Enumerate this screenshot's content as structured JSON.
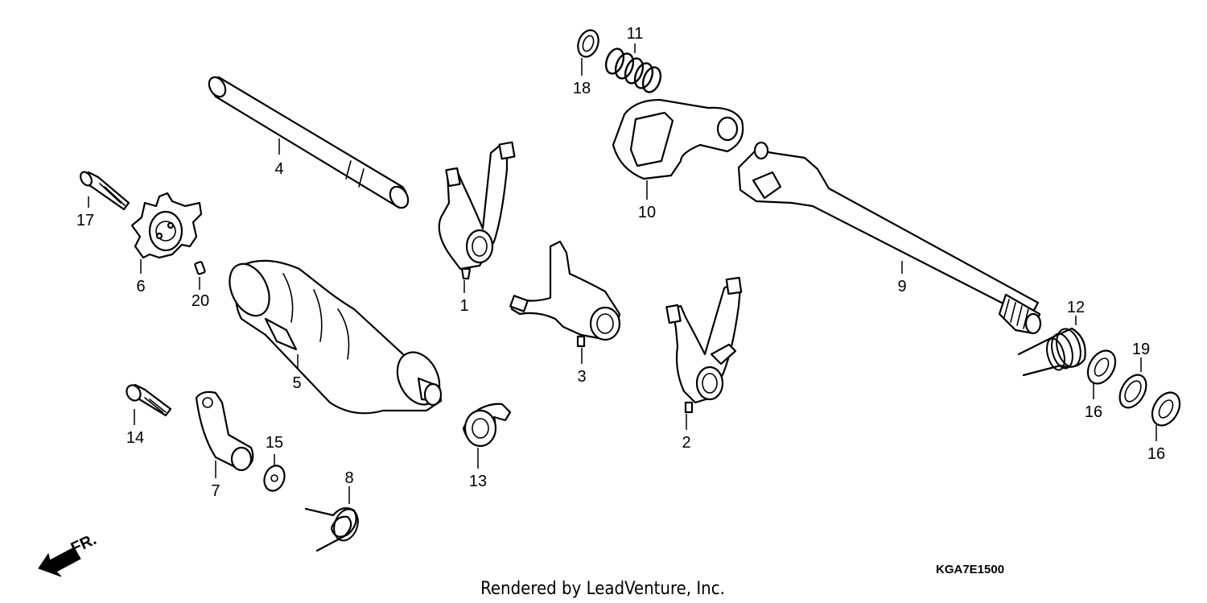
{
  "diagram": {
    "part_code": "KGA7E1500",
    "credit": "Rendered by LeadVenture, Inc.",
    "direction_label": "FR.",
    "callouts": {
      "p1": "1",
      "p2": "2",
      "p3": "3",
      "p4": "4",
      "p5": "5",
      "p6": "6",
      "p7": "7",
      "p8": "8",
      "p9": "9",
      "p10": "10",
      "p11": "11",
      "p12": "12",
      "p13": "13",
      "p14": "14",
      "p15": "15",
      "p16a": "16",
      "p16b": "16",
      "p17": "17",
      "p18": "18",
      "p19": "19",
      "p20": "20"
    }
  }
}
